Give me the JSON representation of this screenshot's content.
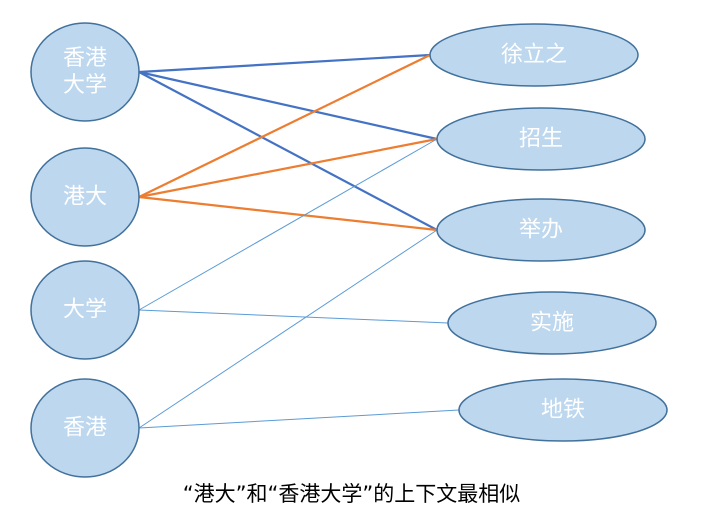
{
  "caption": "“港大”和“香港大学”的上下文最相似",
  "colors": {
    "node_fill": "#bdd7ee",
    "node_stroke": "#41719c",
    "edge_hku_full": "#4472c4",
    "edge_hku_short": "#ed7d31",
    "edge_other": "#5b9bd5"
  },
  "left_nodes": [
    {
      "id": "xianggang-daxue",
      "label_lines": [
        "香港",
        "大学"
      ]
    },
    {
      "id": "gangda",
      "label_lines": [
        "港大"
      ]
    },
    {
      "id": "daxue",
      "label_lines": [
        "大学"
      ]
    },
    {
      "id": "xianggang",
      "label_lines": [
        "香港"
      ]
    }
  ],
  "right_nodes": [
    {
      "id": "xulizhi",
      "label": "徐立之"
    },
    {
      "id": "zhaosheng",
      "label": "招生"
    },
    {
      "id": "juban",
      "label": "举办"
    },
    {
      "id": "shishi",
      "label": "实施"
    },
    {
      "id": "ditie",
      "label": "地铁"
    }
  ],
  "edges": [
    {
      "from": "xianggang-daxue",
      "to": "xulizhi",
      "color": "edge_hku_full",
      "weight": "strong"
    },
    {
      "from": "xianggang-daxue",
      "to": "zhaosheng",
      "color": "edge_hku_full",
      "weight": "strong"
    },
    {
      "from": "xianggang-daxue",
      "to": "juban",
      "color": "edge_hku_full",
      "weight": "strong"
    },
    {
      "from": "gangda",
      "to": "xulizhi",
      "color": "edge_hku_short",
      "weight": "strong"
    },
    {
      "from": "gangda",
      "to": "zhaosheng",
      "color": "edge_hku_short",
      "weight": "strong"
    },
    {
      "from": "gangda",
      "to": "juban",
      "color": "edge_hku_short",
      "weight": "strong"
    },
    {
      "from": "daxue",
      "to": "zhaosheng",
      "color": "edge_other",
      "weight": "weak"
    },
    {
      "from": "daxue",
      "to": "shishi",
      "color": "edge_other",
      "weight": "weak"
    },
    {
      "from": "xianggang",
      "to": "juban",
      "color": "edge_other",
      "weight": "weak"
    },
    {
      "from": "xianggang",
      "to": "ditie",
      "color": "edge_other",
      "weight": "weak"
    }
  ]
}
